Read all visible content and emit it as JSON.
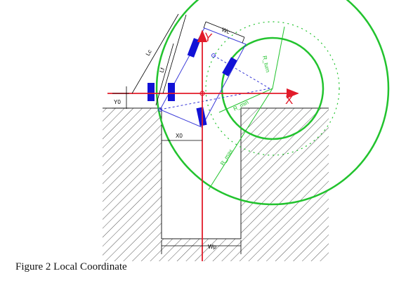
{
  "caption": "Figure 2  Local Coordinate",
  "labels": {
    "wc": "Wc",
    "lc": "Lc",
    "lf": "Lf",
    "y0": "Y0",
    "x0": "X0",
    "wp": "Wp",
    "r_turn": "R_turn",
    "r_min": "R_min",
    "r_max": "R_max",
    "axis_x": "X",
    "axis_y": "Y"
  },
  "colors": {
    "axis": "#e21b2a",
    "circles": "#22c32e",
    "vehicle_outline": "#3a3ad8",
    "wheels": "#1212d6",
    "hatch": "#555555"
  }
}
